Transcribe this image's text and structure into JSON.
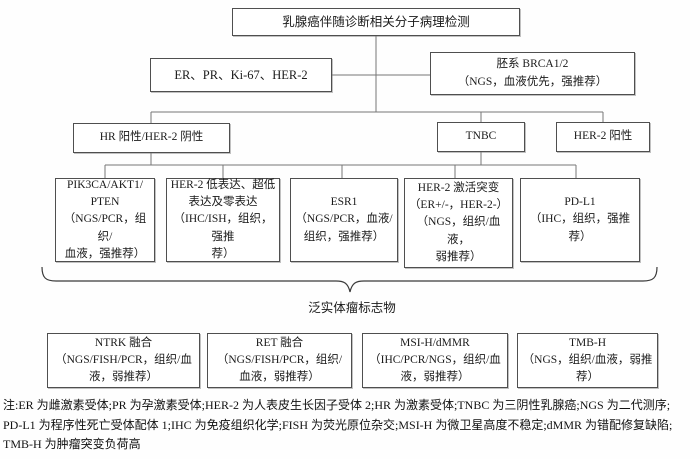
{
  "nodes": {
    "root": {
      "label": "乳腺癌伴随诊断相关分子病理检测"
    },
    "er_pr_ki67_her2": {
      "label": "ER、PR、Ki-67、HER-2"
    },
    "germline_brca": {
      "label": "胚系 BRCA1/2\n（NGS，血液优先，强推荐）"
    },
    "hr_pos_her2_neg": {
      "label": "HR 阳性/HER-2 阴性"
    },
    "tnbc": {
      "label": "TNBC"
    },
    "her2_pos": {
      "label": "HER-2 阳性"
    },
    "pik3ca_akt1_pten": {
      "label": "PIK3CA/AKT1/\nPTEN\n（NGS/PCR，组织/\n血液，强推荐）"
    },
    "her2_low": {
      "label": "HER-2 低表达、超低\n表达及零表达\n（IHC/ISH，组织，强推\n荐）"
    },
    "esr1": {
      "label": "ESR1\n（NGS/PCR，血液/\n组织，强推荐）"
    },
    "her2_activating": {
      "label": "HER-2 激活突变\n（ER+/-，HER-2-）\n（NGS，组织/血液，\n弱推荐）"
    },
    "pdl1": {
      "label": "PD-L1\n（IHC，组织，强推荐）"
    },
    "ntrk": {
      "label": "NTRK 融合\n（NGS/FISH/PCR，组织/血\n液，弱推荐）"
    },
    "ret": {
      "label": "RET 融合\n（NGS/FISH/PCR，组织/\n血液，弱推荐）"
    },
    "msi_dmmr": {
      "label": "MSI-H/dMMR\n（IHC/PCR/NGS，组织/血\n液，弱推荐）"
    },
    "tmb_h": {
      "label": "TMB-H\n（NGS，组织/血液，弱推荐）"
    }
  },
  "brace": {
    "label": "泛实体瘤标志物"
  },
  "footnote": {
    "text": "注:ER 为雌激素受体;PR 为孕激素受体;HER-2 为人表皮生长因子受体 2;HR 为激素受体;TNBC 为三阴性乳腺癌;NGS 为二代测序;\nPD-L1 为程序性死亡受体配体 1;IHC 为免疫组织化学;FISH 为荧光原位杂交;MSI-H 为微卫星高度不稳定;dMMR 为错配修复缺陷;\nTMB-H 为肿瘤突变负荷高"
  },
  "colors": {
    "border": "#4f4f4f",
    "line": "#767676",
    "brace": "#3a3a3a",
    "text": "#1a1a1a",
    "background": "#fefefe"
  }
}
